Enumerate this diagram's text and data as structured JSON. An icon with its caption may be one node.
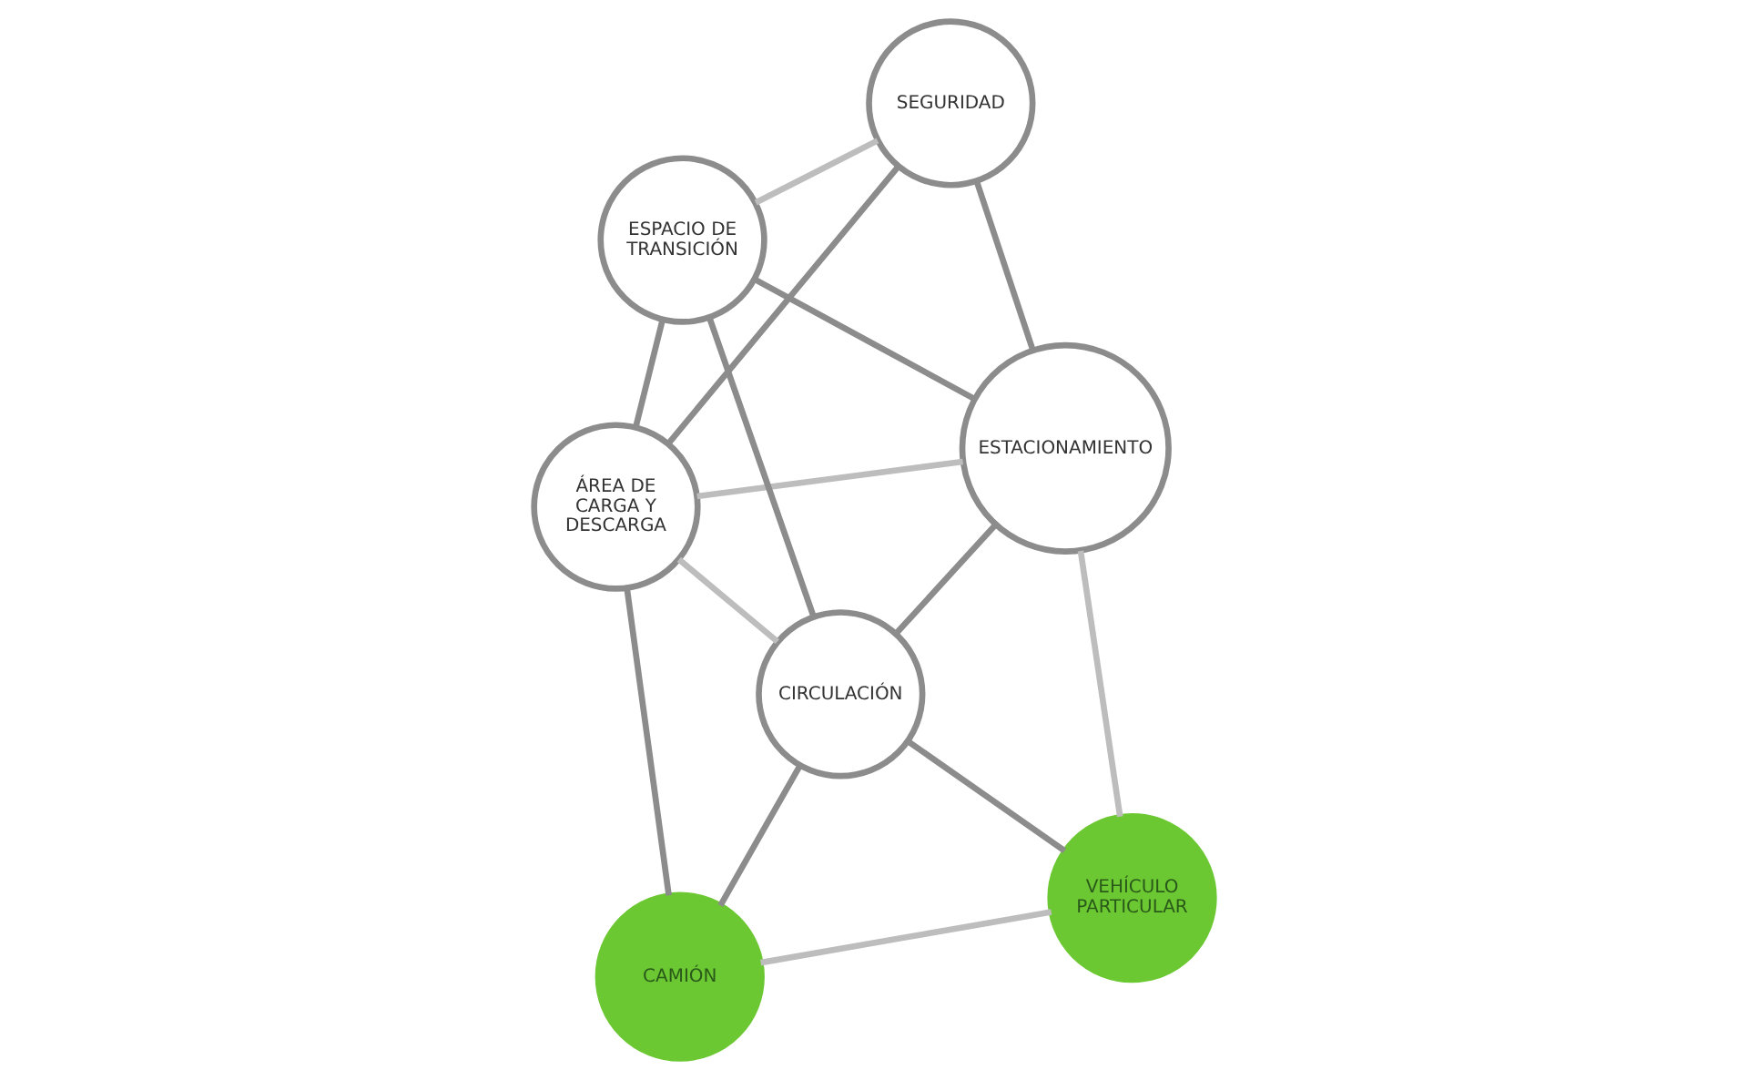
{
  "diagram": {
    "nodes": [
      {
        "text": [
          "ESTACIONAMIENTO"
        ]
      },
      {
        "text": [
          "VEHÍCULO PARTICULAR"
        ]
      },
      {
        "text": [
          "CIRCULACIÓN"
        ]
      },
      {
        "text": [
          "ESPACIO DE TRANSICIÓN"
        ]
      },
      {
        "text": [
          "SEGURIDAD"
        ]
      },
      {
        "text": [
          "ÁREA DE CARGA Y DESCARGA"
        ]
      },
      {
        "text": [
          "CAMIÓN"
        ]
      }
    ],
    "edges": [
      {
        "from": 1,
        "to": 0,
        "arrow": "none",
        "color": "#bdbdbd"
      },
      {
        "from": 0,
        "to": 4,
        "arrow": "none"
      },
      {
        "from": 0,
        "to": 2,
        "arrow": "none"
      },
      {
        "from": 0,
        "to": 3,
        "arrow": "none"
      },
      {
        "from": 0,
        "to": 5,
        "arrow": "none",
        "color": "#bdbdbd"
      },
      {
        "from": 1,
        "to": 2,
        "arrow": "none"
      },
      {
        "from": 1,
        "to": 6,
        "arrow": "none",
        "color": "#bdbdbd"
      },
      {
        "from": 2,
        "to": 3,
        "arrow": "none"
      },
      {
        "from": 3,
        "to": 4,
        "arrow": "none",
        "color": "#bdbdbd"
      },
      {
        "from": 2,
        "to": 5,
        "arrow": "none",
        "color": "#bdbdbd"
      },
      {
        "from": 2,
        "to": 6,
        "arrow": "none"
      },
      {
        "from": 3,
        "to": 5,
        "arrow": "none"
      },
      {
        "from": 4,
        "to": 5,
        "arrow": "none"
      },
      {
        "from": 6,
        "to": 5,
        "arrow": "none"
      }
    ]
  }
}
